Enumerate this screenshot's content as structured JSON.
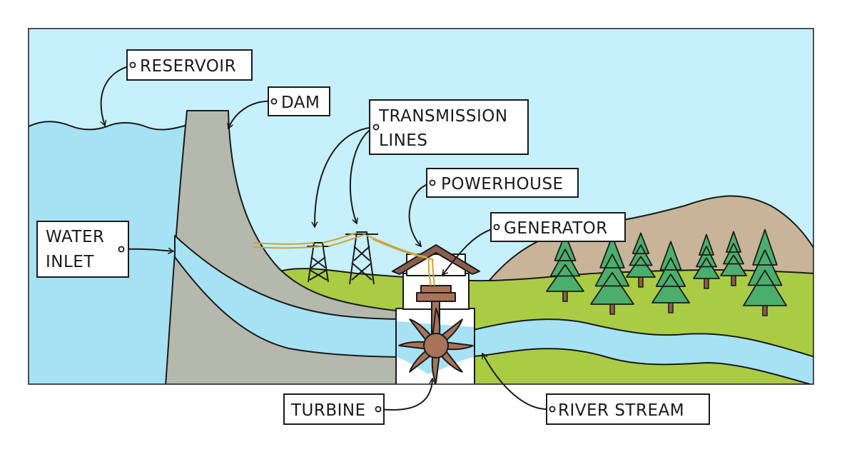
{
  "labels": {
    "reservoir": "RESERVOIR",
    "dam": "DAM",
    "transmission_line1": "TRANSMISSION",
    "transmission_line2": "LINES",
    "powerhouse": "POWERHOUSE",
    "generator": "GENERATOR",
    "water_inlet_line1": "WATER",
    "water_inlet_line2": "INLET",
    "turbine": "TURBINE",
    "river_stream": "RIVER STREAM"
  },
  "colors": {
    "sky": "#c6f0fb",
    "water": "#a6e2f4",
    "dam": "#b5b9ad",
    "grass": "#aacc44",
    "mountain": "#c8b598",
    "tree": "#4cae6c",
    "house_wall": "#ffffff",
    "house_roof": "#8b5e4e",
    "turbine": "#a8735a"
  }
}
